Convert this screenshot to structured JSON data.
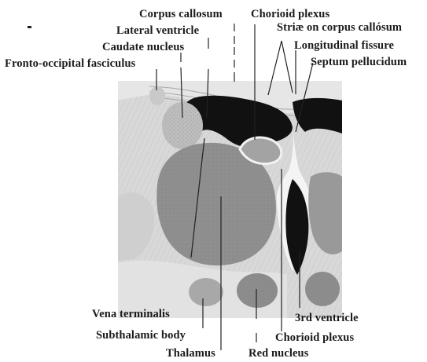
{
  "figure": {
    "labels": {
      "corpus_callosum": "Corpus callosum",
      "chorioid_plexus_top": "Chorioid plexus",
      "lateral_ventricle": "Lateral ventricle",
      "striae": "Striæ on corpus callósum",
      "caudate_nucleus": "Caudate nucleus",
      "longitudinal_fissure": "Longitudinal fissure",
      "fronto_occipital": "Fronto-occipital fasciculus",
      "septum_pellucidum": "Septum pellucidum",
      "vena_terminalis": "Vena terminalis",
      "third_ventricle": "3rd ventricle",
      "subthalamic_body": "Subthalamic body",
      "chorioid_plexus_bottom": "Chorioid plexus",
      "thalamus": "Thalamus",
      "red_nucleus": "Red nucleus"
    }
  }
}
